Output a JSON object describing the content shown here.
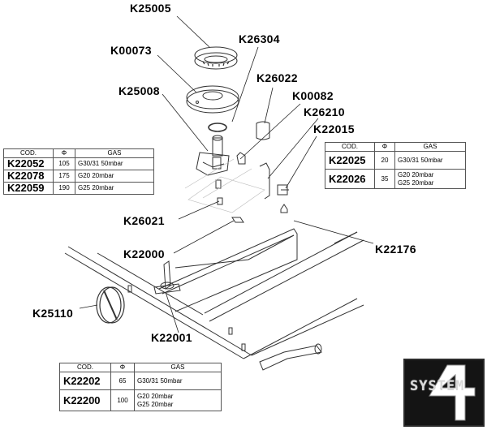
{
  "labels": {
    "k25005": "K25005",
    "k00073": "K00073",
    "k26304": "K26304",
    "k25008": "K25008",
    "k26022": "K26022",
    "k00082": "K00082",
    "k26210": "K26210",
    "k22015": "K22015",
    "k26021": "K26021",
    "k22000": "K22000",
    "k22176": "K22176",
    "k25110": "K25110",
    "k22001": "K22001"
  },
  "table_left": {
    "headers": {
      "cod": "COD.",
      "phi": "Φ",
      "gas": "GAS"
    },
    "rows": [
      {
        "code": "K22052",
        "phi": "105",
        "gas": "G30/31 50mbar"
      },
      {
        "code": "K22078",
        "phi": "175",
        "gas": "G20 20mbar"
      },
      {
        "code": "K22059",
        "phi": "190",
        "gas": "G25 20mbar"
      }
    ]
  },
  "table_right": {
    "headers": {
      "cod": "COD.",
      "phi": "Φ",
      "gas": "GAS"
    },
    "rows": [
      {
        "code": "K22025",
        "phi": "20",
        "gas": "G30/31 50mbar",
        "gas2": ""
      },
      {
        "code": "K22026",
        "phi": "35",
        "gas": "G20 20mbar",
        "gas2": "G25 20mbar"
      }
    ]
  },
  "table_bottom": {
    "headers": {
      "cod": "COD.",
      "phi": "Φ",
      "gas": "GAS"
    },
    "rows": [
      {
        "code": "K22202",
        "phi": "65",
        "gas": "G30/31 50mbar",
        "gas2": ""
      },
      {
        "code": "K22200",
        "phi": "100",
        "gas": "G20 20mbar",
        "gas2": "G25 20mbar"
      }
    ]
  },
  "logo": {
    "text": "SYSTEM",
    "mark": "4"
  }
}
